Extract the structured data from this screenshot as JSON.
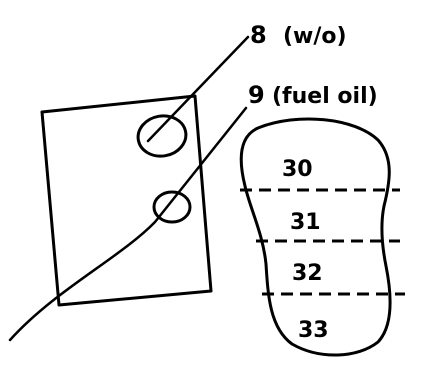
{
  "callouts": [
    {
      "number": "8",
      "text": "(w/o)"
    },
    {
      "number": "9",
      "text": "(fuel oil)"
    }
  ],
  "sections": [
    "30",
    "31",
    "32",
    "33"
  ],
  "colors": {
    "ink": "#000000",
    "background": "#ffffff"
  }
}
